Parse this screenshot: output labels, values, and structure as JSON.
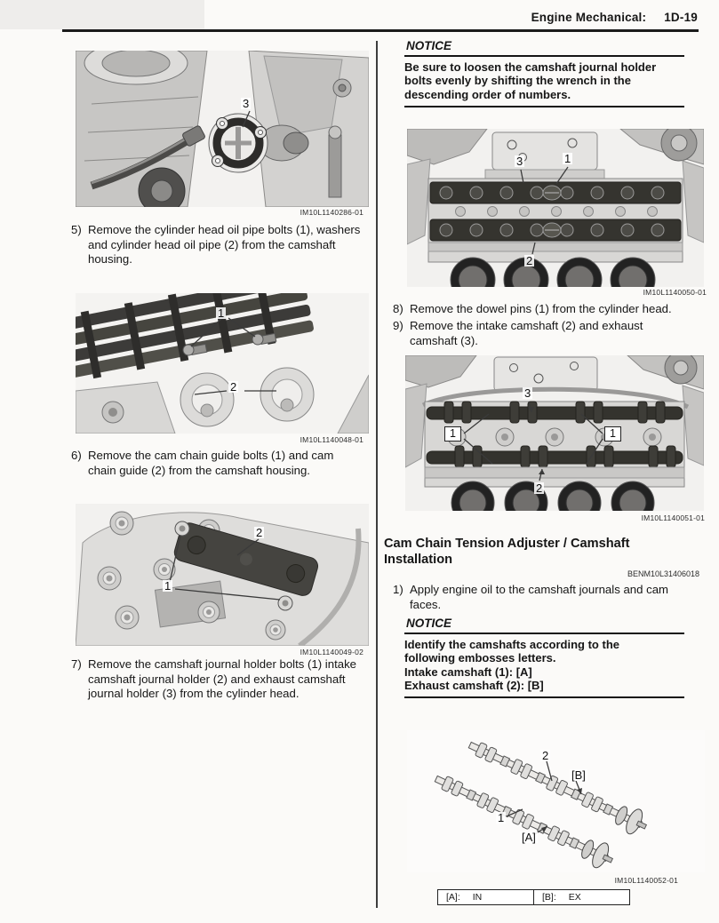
{
  "header": {
    "section": "Engine Mechanical:",
    "page": "1D-19"
  },
  "left": {
    "fig_oil_pipe": {
      "caption": "IM10L1140286-01",
      "callout_3": "3"
    },
    "step5_num": "5)",
    "step5_text": "Remove the cylinder head oil pipe bolts (1), washers and cylinder head oil pipe (2) from the camshaft housing.",
    "fig_cam_chain_guide": {
      "caption": "IM10L1140048-01",
      "callout_1": "1",
      "callout_2": "2"
    },
    "step6_num": "6)",
    "step6_text": "Remove the cam chain guide bolts (1) and cam chain guide (2) from the camshaft housing.",
    "fig_journal_holder": {
      "caption": "IM10L1140049-02",
      "callout_1": "1",
      "callout_2": "2"
    },
    "step7_num": "7)",
    "step7_text": "Remove the camshaft journal holder bolts (1) intake camshaft journal holder (2) and exhaust camshaft journal holder (3) from the cylinder head."
  },
  "right": {
    "notice1_label": "NOTICE",
    "notice1_text": "Be sure to loosen the camshaft journal holder bolts evenly by shifting the wrench in the descending order of numbers.",
    "fig_head_bolts": {
      "caption": "IM10L1140050-01",
      "callout_3": "3",
      "callout_1": "1",
      "callout_2": "2"
    },
    "step8_num": "8)",
    "step8_text": "Remove the dowel pins (1) from the cylinder head.",
    "step9_num": "9)",
    "step9_text": "Remove the intake camshaft (2) and exhaust camshaft (3).",
    "fig_camshafts_head": {
      "caption": "IM10L1140051-01",
      "callout_1_left": "1",
      "callout_1_right": "1",
      "callout_3": "3",
      "callout_2": "2"
    },
    "section_title": "Cam Chain Tension Adjuster / Camshaft Installation",
    "section_code": "BENM10L31406018",
    "step1_num": "1)",
    "step1_text": "Apply engine oil to the camshaft journals and cam faces.",
    "notice2_label": "NOTICE",
    "notice2_para": "Identify the camshafts according to the following embosses letters.",
    "notice2_line_intake": "Intake camshaft (1): [A]",
    "notice2_line_exhaust": "Exhaust camshaft (2): [B]",
    "fig_camshafts": {
      "caption": "IM10L1140052-01",
      "callout_2": "2",
      "callout_b": "[B]",
      "callout_1": "1",
      "callout_a": "[A]"
    },
    "table": {
      "a_label": "[A]:",
      "a_value": "IN",
      "b_label": "[B]:",
      "b_value": "EX"
    }
  }
}
